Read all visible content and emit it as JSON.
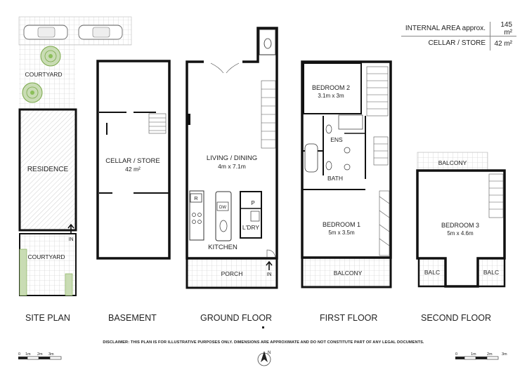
{
  "area_table": {
    "internal_label": "INTERNAL AREA approx.",
    "internal_value": "145 m²",
    "cellar_label": "CELLAR / STORE",
    "cellar_value": "42 m²"
  },
  "section_titles": {
    "site_plan": "SITE PLAN",
    "basement": "BASEMENT",
    "ground_floor": "GROUND FLOOR",
    "first_floor": "FIRST FLOOR",
    "second_floor": "SECOND FLOOR"
  },
  "rooms": {
    "courtyard_top": "COURTYARD",
    "residence": "RESIDENCE",
    "courtyard_bottom": "COURTYARD",
    "site_in": "IN",
    "cellar_name": "CELLAR / STORE",
    "cellar_size": "42 m²",
    "living_name": "LIVING / DINING",
    "living_size": "4m  x  7.1m",
    "kitchen": "KITCHEN",
    "ldry": "L'DRY",
    "pantry": "P",
    "fridge": "R",
    "dw": "DW",
    "porch": "PORCH",
    "ground_in": "IN",
    "bed2_name": "BEDROOM 2",
    "bed2_size": "3.1m  x  3m",
    "ens": "ENS",
    "bath": "BATH",
    "bed1_name": "BEDROOM 1",
    "bed1_size": "5m  x  3.5m",
    "balcony_first": "BALCONY",
    "balcony_second": "BALCONY",
    "bed3_name": "BEDROOM 3",
    "bed3_size": "5m  x  4.6m",
    "balc_left": "BALC",
    "balc_right": "BALC"
  },
  "disclaimer": "DISCLAIMER: THIS PLAN IS FOR ILLUSTRATIVE PURPOSES ONLY. DIMENSIONS ARE APPROXIMATE AND DO NOT CONSTITUTE PART OF ANY LEGAL DOCUMENTS.",
  "scale_left": {
    "t0": "0",
    "t1": "1m",
    "t2": "2m",
    "t3": "3m"
  },
  "scale_right": {
    "t0": "0",
    "t1": "1m",
    "t2": "2m",
    "t3": "3m"
  },
  "compass": {
    "north": "N"
  },
  "colors": {
    "wall": "#111111",
    "paving": "#bdbdbd",
    "lawn": "#c9dcb4",
    "tree": "#8cbf5a"
  }
}
